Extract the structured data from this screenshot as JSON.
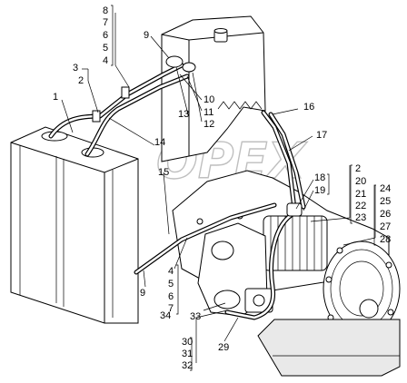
{
  "watermark": "OPEX",
  "callouts": {
    "c8": "8",
    "c7": "7",
    "c6": "6",
    "c5": "5",
    "c4": "4",
    "c9_top": "9",
    "c3": "3",
    "c2_left": "2",
    "c1": "1",
    "c10": "10",
    "c11": "11",
    "c12": "12",
    "c13": "13",
    "c14": "14",
    "c15": "15",
    "c16": "16",
    "c17": "17",
    "c18": "18",
    "c19": "19",
    "c2_right": "2",
    "c20": "20",
    "c21": "21",
    "c22": "22",
    "c23": "23",
    "c24": "24",
    "c25": "25",
    "c26": "26",
    "c27": "27",
    "c28": "28",
    "c4_bottom": "4",
    "c5_bottom": "5",
    "c6_bottom": "6",
    "c7_bottom": "7",
    "c34": "34",
    "c9_bottom": "9",
    "c33": "33",
    "c30": "30",
    "c31": "31",
    "c32": "32",
    "c29": "29"
  }
}
